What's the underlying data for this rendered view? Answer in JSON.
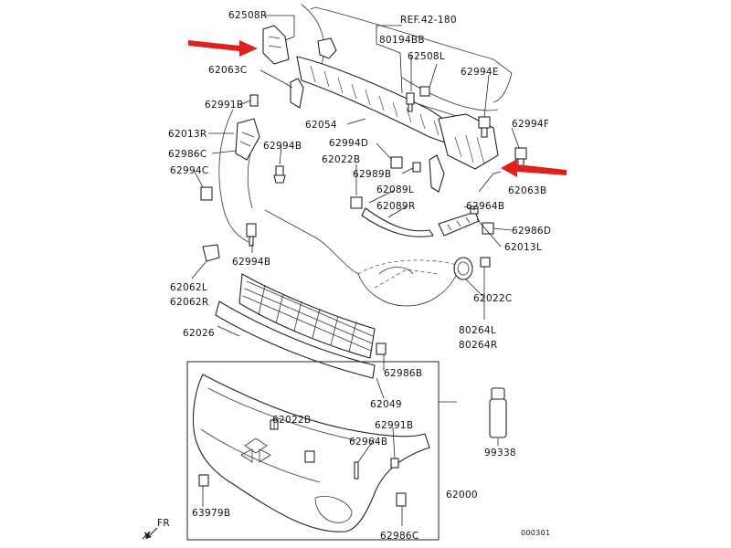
{
  "labels": {
    "p62508R": "62508R",
    "ref": "REF.42-180",
    "p80194BB": "80194BB",
    "p62508L": "62508L",
    "p62063C": "62063C",
    "p62994E": "62994E",
    "p62991B_top": "62991B",
    "p62054": "62054",
    "p62994F": "62994F",
    "p62013R": "62013R",
    "p62994D": "62994D",
    "p62986C_top": "62986C",
    "p62994B_top": "62994B",
    "p62022B_top": "62022B",
    "p62989B": "62989B",
    "p62994C": "62994C",
    "p62063B": "62063B",
    "p62089L": "62089L",
    "p62089R": "62089R",
    "p62964B_top": "62964B",
    "p62986D": "62986D",
    "p62013L": "62013L",
    "p62994B_mid": "62994B",
    "p62022C": "62022C",
    "p62062L": "62062L",
    "p62062R": "62062R",
    "p80264L": "80264L",
    "p80264R": "80264R",
    "p62026": "62026",
    "p62986B": "62986B",
    "p62049": "62049",
    "p62022B_bot": "62022B",
    "p62991B_bot": "62991B",
    "p62964B_bot": "62964B",
    "p99338": "99338",
    "p62000": "62000",
    "p63979B": "63979B",
    "p62986C_bot": "62986C",
    "fr": "FR",
    "fig": "000301"
  },
  "colors": {
    "arrow": "#e0201b",
    "line": "#222222"
  }
}
